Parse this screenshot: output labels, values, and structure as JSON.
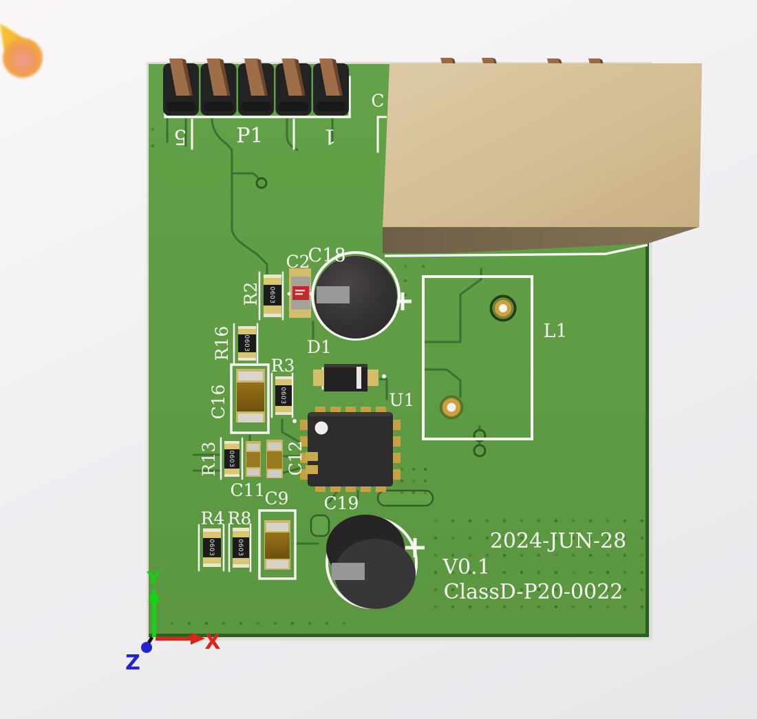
{
  "viewer": {
    "background_top": "#faf7f8",
    "background_bottom": "#e7e6e9"
  },
  "board": {
    "solder_mask_color": "#5f9c43",
    "trace_color": "#3a7030",
    "silkscreen_color": "#f7f8f3",
    "title_block": {
      "date": "2024-JUN-28",
      "version": "V0.1",
      "part_number": "ClassD-P20-0022"
    }
  },
  "connector": {
    "refdes": "P1",
    "pin_label_first": "1",
    "pin_label_last": "5"
  },
  "partial_label": "C",
  "resistor_marking": "0603",
  "components": [
    {
      "refdes": "C2",
      "type": "tantalum-capacitor"
    },
    {
      "refdes": "C18",
      "type": "electrolytic-capacitor"
    },
    {
      "refdes": "R2",
      "type": "chip-resistor"
    },
    {
      "refdes": "R16",
      "type": "chip-resistor"
    },
    {
      "refdes": "C16",
      "type": "tantalum-capacitor"
    },
    {
      "refdes": "R3",
      "type": "chip-resistor"
    },
    {
      "refdes": "D1",
      "type": "diode"
    },
    {
      "refdes": "U1",
      "type": "ic"
    },
    {
      "refdes": "L1",
      "type": "unpopulated-inductor-footprint"
    },
    {
      "refdes": "C12",
      "type": "chip-capacitor"
    },
    {
      "refdes": "R13",
      "type": "chip-resistor"
    },
    {
      "refdes": "C11",
      "type": "chip-capacitor"
    },
    {
      "refdes": "C9",
      "type": "tantalum-capacitor"
    },
    {
      "refdes": "C19",
      "type": "electrolytic-capacitor"
    },
    {
      "refdes": "R4",
      "type": "chip-resistor"
    },
    {
      "refdes": "R8",
      "type": "chip-resistor"
    }
  ],
  "axis_gizmo": {
    "x": {
      "label": "X",
      "color": "#d9251a"
    },
    "y": {
      "label": "Y",
      "color": "#17d117"
    },
    "z": {
      "label": "Z",
      "color": "#2323cf"
    }
  }
}
